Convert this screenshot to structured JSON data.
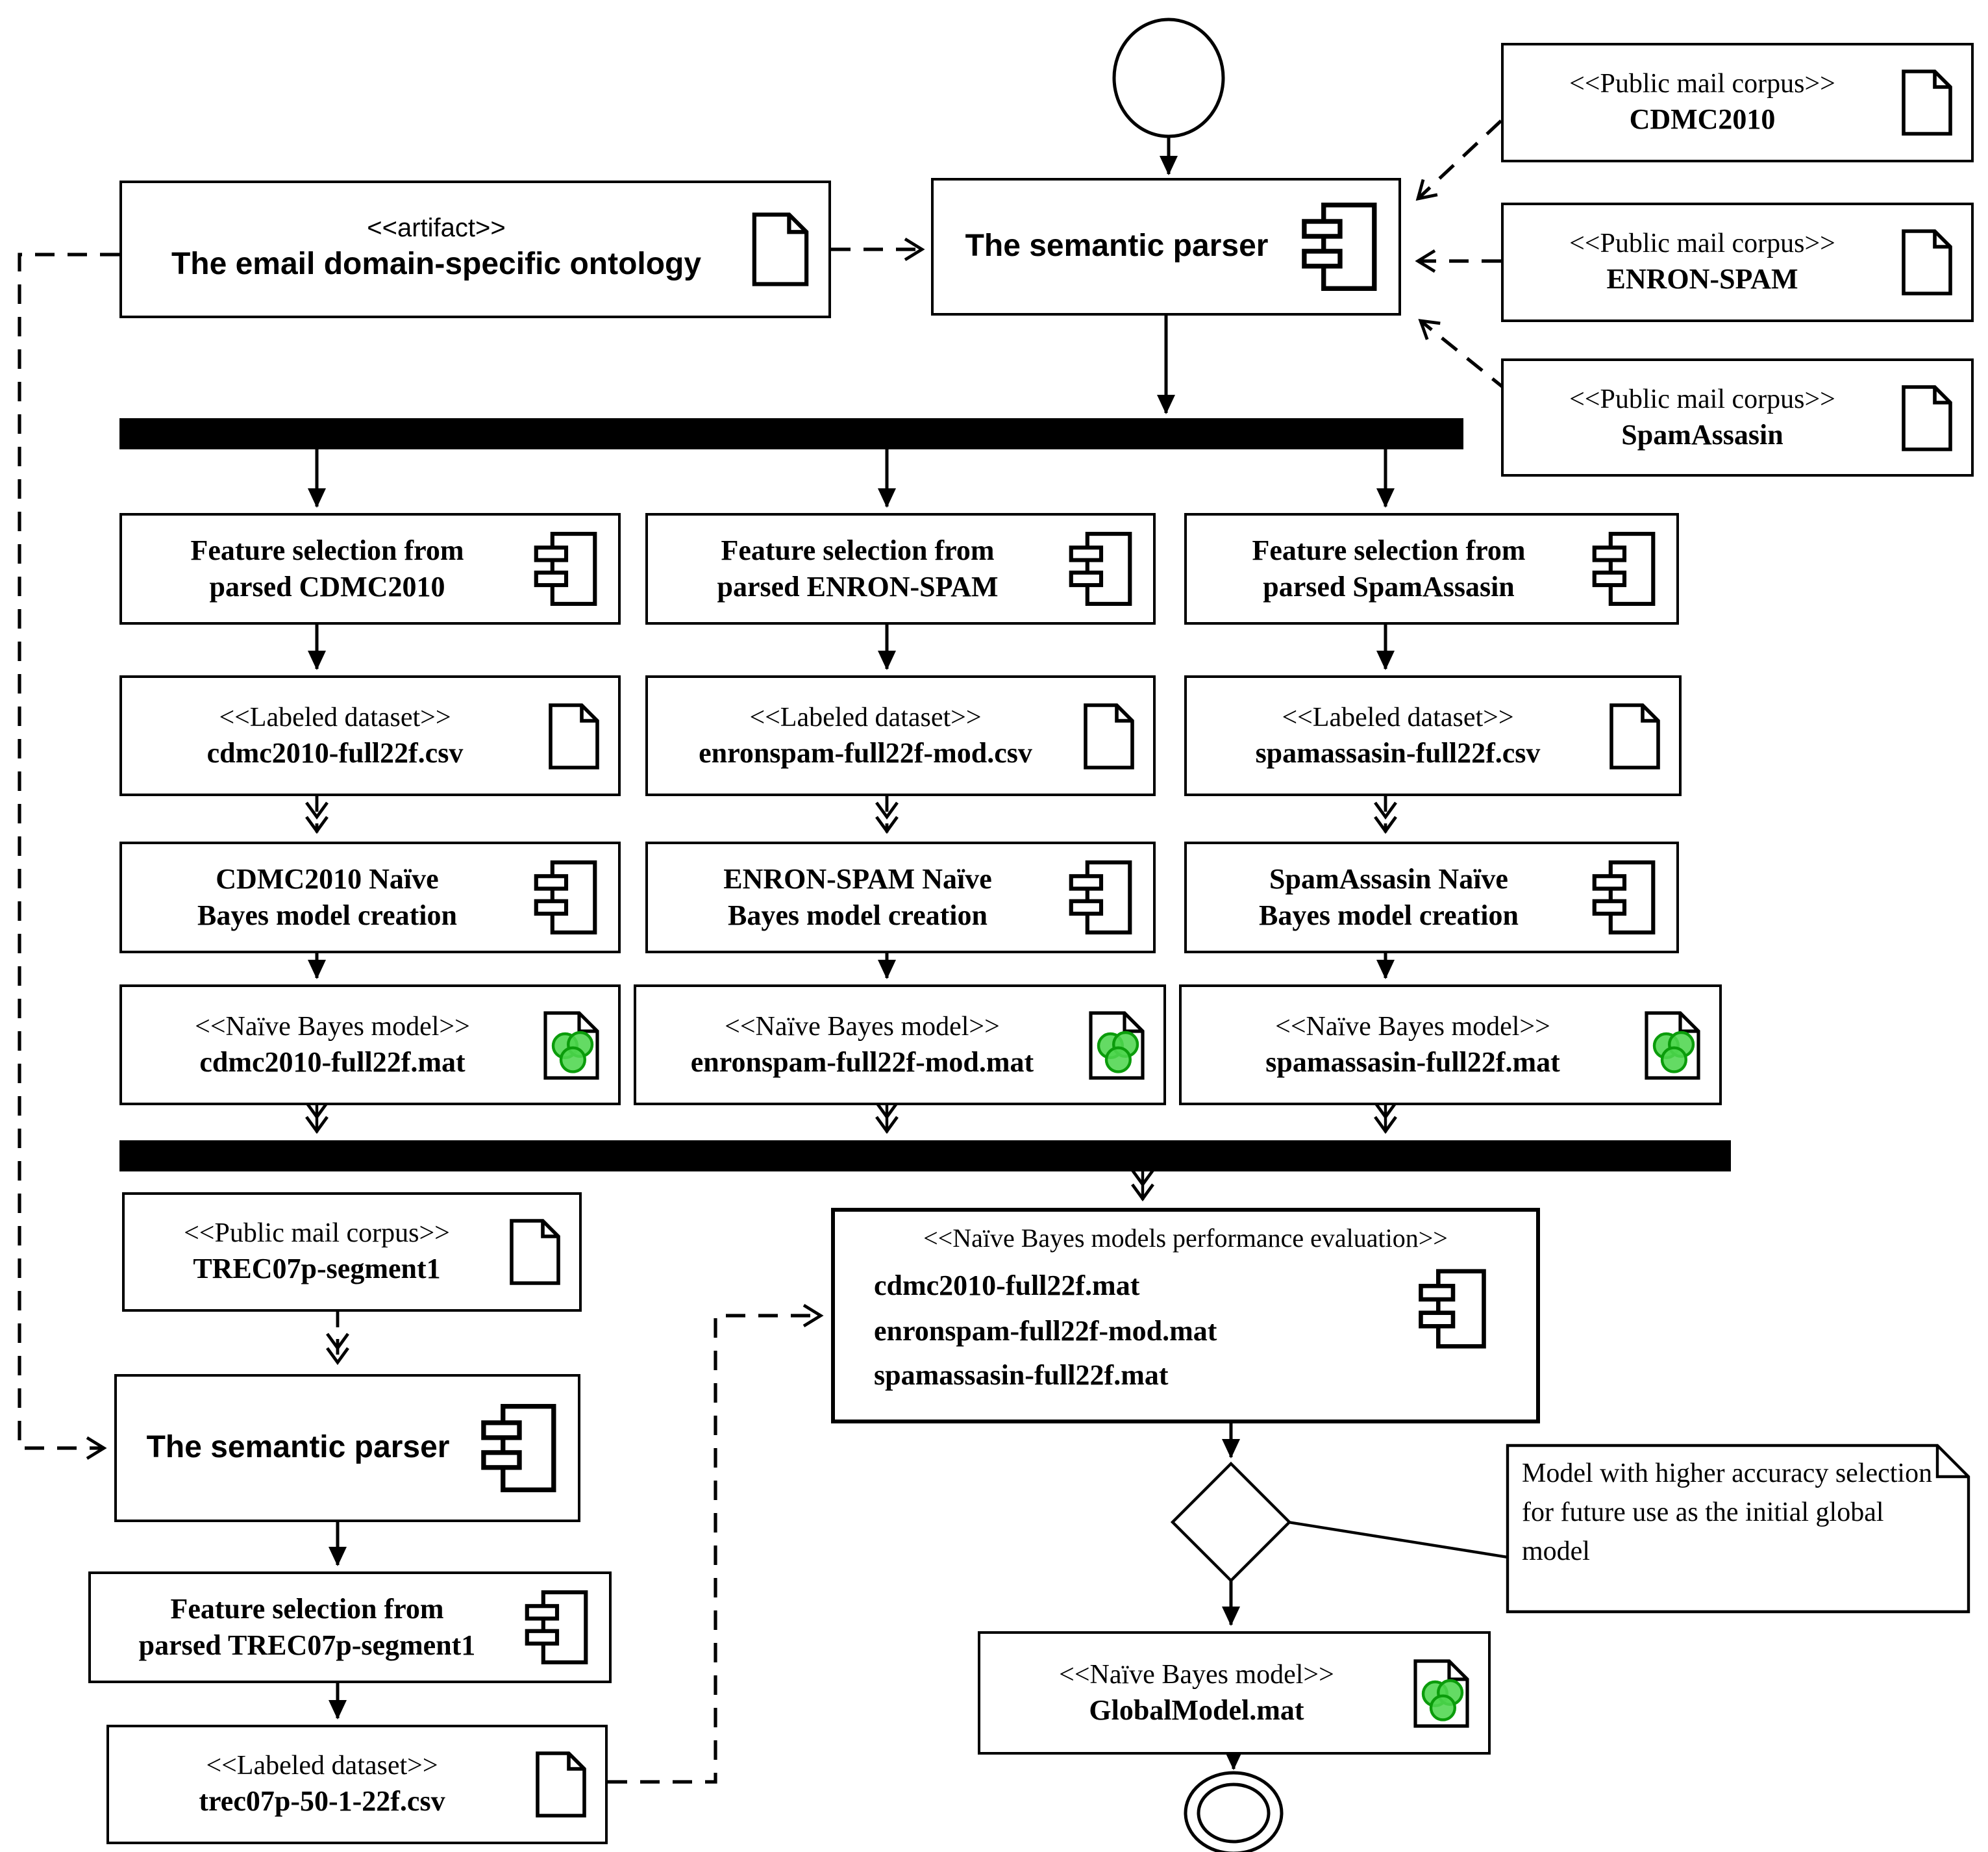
{
  "colors": {
    "line": "#000000",
    "background": "#ffffff",
    "model_icon_fill": "#4fd64f",
    "model_icon_stroke": "#0b9c0b"
  },
  "icons": {
    "component": "component-icon",
    "document": "document-icon",
    "model_document": "model-document-icon"
  },
  "top": {
    "artifact": {
      "stereotype": "<<artifact>>",
      "name": "The email domain-specific ontology"
    },
    "parser": {
      "label": "The semantic parser"
    },
    "corpora": [
      {
        "stereotype": "<<Public mail corpus>>",
        "name": "CDMC2010"
      },
      {
        "stereotype": "<<Public mail corpus>>",
        "name": "ENRON-SPAM"
      },
      {
        "stereotype": "<<Public mail corpus>>",
        "name": "SpamAssasin"
      }
    ]
  },
  "pipelines": [
    {
      "feature_selection_line1": "Feature selection from",
      "feature_selection_line2": "parsed CDMC2010",
      "dataset_stereotype": "<<Labeled dataset>>",
      "dataset_file": "cdmc2010-full22f.csv",
      "creation_line1": "CDMC2010 Naïve",
      "creation_line2": "Bayes model creation",
      "model_stereotype": "<<Naïve Bayes model>>",
      "model_file": "cdmc2010-full22f.mat"
    },
    {
      "feature_selection_line1": "Feature selection from",
      "feature_selection_line2": "parsed ENRON-SPAM",
      "dataset_stereotype": "<<Labeled dataset>>",
      "dataset_file": "enronspam-full22f-mod.csv",
      "creation_line1": "ENRON-SPAM Naïve",
      "creation_line2": "Bayes model creation",
      "model_stereotype": "<<Naïve Bayes model>>",
      "model_file": "enronspam-full22f-mod.mat"
    },
    {
      "feature_selection_line1": "Feature selection from",
      "feature_selection_line2": "parsed SpamAssasin",
      "dataset_stereotype": "<<Labeled dataset>>",
      "dataset_file": "spamassasin-full22f.csv",
      "creation_line1": "SpamAssasin Naïve",
      "creation_line2": "Bayes model creation",
      "model_stereotype": "<<Naïve Bayes model>>",
      "model_file": "spamassasin-full22f.mat"
    }
  ],
  "bottom": {
    "trec_corpus": {
      "stereotype": "<<Public mail corpus>>",
      "name": "TREC07p-segment1"
    },
    "parser": {
      "label": "The semantic parser"
    },
    "feature_selection_line1": "Feature selection from",
    "feature_selection_line2": "parsed TREC07p-segment1",
    "dataset_stereotype": "<<Labeled dataset>>",
    "dataset_file": "trec07p-50-1-22f.csv"
  },
  "evaluation": {
    "stereotype": "<<Naïve Bayes models performance evaluation>>",
    "models": [
      "cdmc2010-full22f.mat",
      "enronspam-full22f-mod.mat",
      "spamassasin-full22f.mat"
    ]
  },
  "note": {
    "text": "Model with higher accuracy selection for future use as the initial global model"
  },
  "global_model": {
    "stereotype": "<<Naïve Bayes model>>",
    "file": "GlobalModel.mat"
  }
}
